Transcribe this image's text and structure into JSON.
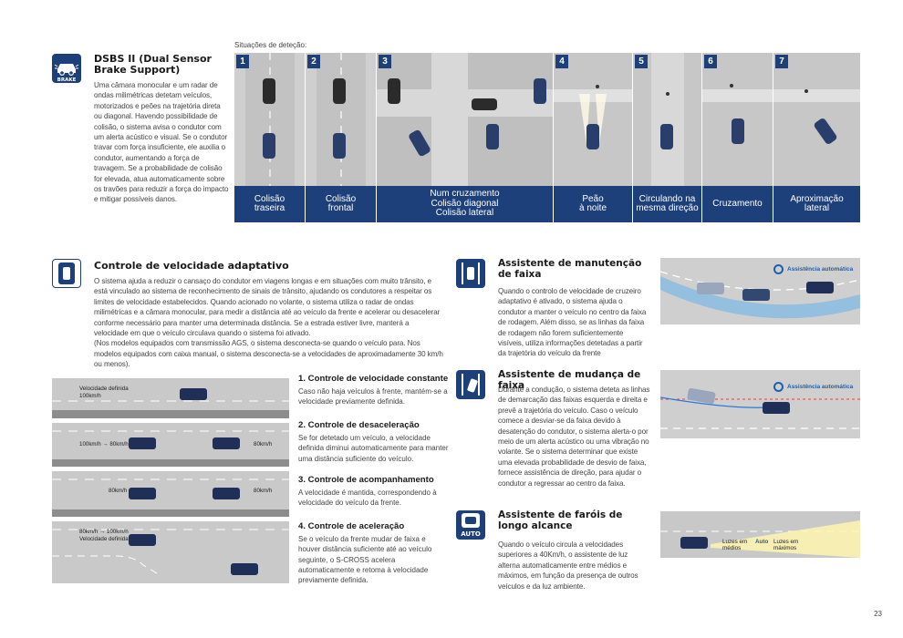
{
  "dsbs": {
    "icon_label": "BRAKE",
    "title": "DSBS II (Dual Sensor\nBrake Support)",
    "text": "Uma câmara monocular e um radar de ondas milimétricas detetam veículos, motorizados e peões na trajetória direta ou diagonal. Havendo possibilidade de colisão, o sistema avisa o condutor com um alerta acústico e visual. Se o condutor travar com força insuficiente, ele auxilia o condutor, aumentando a força de travagem. Se a probabilidade de colisão for elevada, atua automaticamente sobre os travões para reduzir a força do impacto e mitigar possíveis danos.",
    "situations_label": "Situações de deteção:",
    "situations": [
      {
        "num": "1",
        "caption": "Colisão\ntraseira"
      },
      {
        "num": "2",
        "caption": "Colisão\nfrontal"
      },
      {
        "num": "3",
        "caption": "Num cruzamento\nColisão diagonal\nColisão lateral"
      },
      {
        "num": "4",
        "caption": "Peão\nà noite"
      },
      {
        "num": "5",
        "caption": "Circulando na\nmesma direção"
      },
      {
        "num": "6",
        "caption": "Cruzamento"
      },
      {
        "num": "7",
        "caption": "Aproximação\nlateral"
      }
    ]
  },
  "acc": {
    "title": "Controle de velocidade adaptativo",
    "text": "O sistema ajuda a reduzir o cansaço do condutor em viagens longas e em situações com muito trânsito, e está vinculado ao sistema de reconhecimento de sinais de trânsito, ajudando os condutores a respeitar os limites de velocidade estabelecidos. Quando acionado no volante, o sistema utiliza o radar de ondas milimétricas e a câmara monocular, para medir a distância até ao veículo da frente e acelerar ou desacelerar conforme necessário para manter uma determinada distância. Se a estrada estiver livre, manterá a velocidade em que o veículo circulava quando o sistema foi ativado.\n(Nos modelos equipados com transmissão AGS, o sistema desconecta-se quando o veículo para. Nos modelos equipados com caixa manual, o sistema desconecta-se a velocidades de aproximadamente 30 km/h ou menos).",
    "scene_labels": {
      "s1": "Velocidade definida\n100km/h",
      "s2_left": "100km/h → 80km/h",
      "s2_right": "80km/h",
      "s3_left": "80km/h",
      "s3_right": "80km/h",
      "s4": "80km/h → 100km/h\nVelocidade definida"
    },
    "steps": [
      {
        "title": "1. Controle de velocidade constante",
        "text": "Caso não haja veículos à frente, mantém-se a velocidade previamente definida."
      },
      {
        "title": "2. Controle de desaceleração",
        "text": "Se for detetado um veículo, a velocidade definida diminui automaticamente para manter uma distância suficiente do veículo."
      },
      {
        "title": "3. Controle de acompanhamento",
        "text": "A velocidade é mantida, correspondendo à velocidade do veículo da frente."
      },
      {
        "title": "4. Controle de aceleração",
        "text": "Se o veículo da frente mudar de faixa e houver distância suficiente até ao veículo seguinte, o S-CROSS acelera automaticamente e retoma à velocidade previamente definida."
      }
    ]
  },
  "lane_keep": {
    "title": "Assistente de manutenção de faixa",
    "text": "Quando o controlo de velocidade de cruzeiro adaptativo é ativado, o sistema ajuda o condutor a manter o veículo no centro da faixa de rodagem. Além disso, se as linhas da faixa de rodagem não forem suficientemente visíveis, utiliza informações detetadas a partir da trajetória do veículo da frente",
    "tag": "Assistência automática"
  },
  "lane_change": {
    "title": "Assistente de mudança de faixa",
    "text": "Durante a condução, o sistema deteta as linhas de demarcação das faixas esquerda e direita e prevê a trajetória do veículo. Caso o veículo comece a desviar-se da faixa devido à desatenção do condutor, o sistema alerta-o por meio de um alerta acústico ou uma vibração no volante. Se o sistema determinar que existe uma elevada probabilidade de desvio de faixa, fornece assistência de direção, para ajudar o condutor a regressar ao centro da faixa.",
    "tag": "Assistência automática"
  },
  "high_beam": {
    "title": "Assistente de faróis de longo alcance",
    "icon_label": "AUTO",
    "text": "Quando o veículo circula a velocidades superiores a 40Km/h, o assistente de luz alterna automaticamente entre médios e máximos, em função da presença de outros veículos e da luz ambiente.",
    "low_label": "Luzes em\nmédios",
    "auto_label": "Auto",
    "high_label": "Luzes em\nmáximos"
  },
  "page_number": "23",
  "colors": {
    "navy": "#1d3f7a",
    "accent_blue": "#2a7bd4",
    "road": "#c9c9c9"
  }
}
